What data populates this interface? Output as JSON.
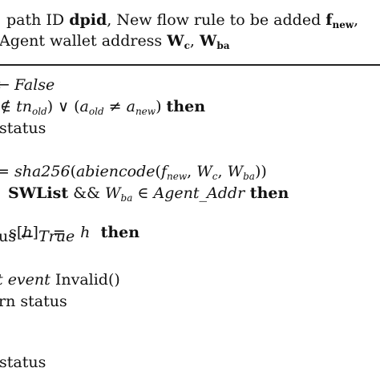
{
  "header": {
    "line1": {
      "pre": "path ID ",
      "dpid": "dpid",
      "mid": ", New flow rule to be added ",
      "f": "f",
      "f_sub": "new",
      "post": ","
    },
    "line2": {
      "pre": "Agent wallet address ",
      "w1": "W",
      "w1_sub": "c",
      "sep": ", ",
      "w2": "W",
      "w2_sub": "ba"
    }
  },
  "body": {
    "l1": {
      "a": " ← ",
      "b": "False"
    },
    "l2": {
      "a": "∉ ",
      "b": "tn",
      "b_sub": "old",
      "c": ") ∨ (",
      "d": "a",
      "d_sub": "old",
      "e": " ≠ ",
      "f": "a",
      "f_sub": "new",
      "g": ") ",
      "h": "then"
    },
    "l3": {
      "a": "status"
    },
    "l4": {
      "a": " = ",
      "b": "sha256",
      "c": "(",
      "d": "abiencode",
      "e": "(",
      "f": "f",
      "f_sub": "new",
      "g": ", ",
      "h": "W",
      "h_sub": "c",
      "i": ", ",
      "j": "W",
      "j_sub": "ba",
      "k": "))"
    },
    "l5": {
      "a": "SWList",
      "b": " && ",
      "c": "W",
      "c_sub": "ba",
      "d": " ∈ ",
      "e": "Agent_Addr",
      "f": " then"
    },
    "l6": {
      "a": "s[",
      "b": "h",
      "c": "]   =   ",
      "d": "h",
      "e": "  then"
    },
    "l7": {
      "a": "us ← ",
      "b": "True"
    },
    "l8": {
      "a": "t ",
      "b": "event",
      "c": " Invalid()"
    },
    "l9": {
      "a": "rn status"
    },
    "l10": {
      "a": "status"
    }
  }
}
